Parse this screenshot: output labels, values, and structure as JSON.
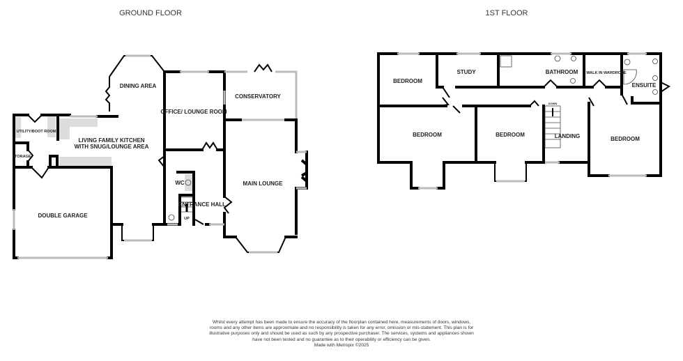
{
  "titles": {
    "ground": "GROUND FLOOR",
    "first": "1ST FLOOR"
  },
  "ground_rooms": {
    "dining": "DINING AREA",
    "office": "OFFICE/ LOUNGE ROOM",
    "conservatory": "CONSERVATORY",
    "utility": "UTILITY/BOOT ROOM",
    "storage": "STORAGE",
    "kitchen_1": "LIVING FAMILY KITCHEN",
    "kitchen_2": "WITH SNUG/LOUNGE AREA",
    "wc": "WC",
    "main_lounge": "MAIN LOUNGE",
    "entrance_hall": "ENTRANCE HALL",
    "garage": "DOUBLE GARAGE",
    "stairs_up": "UP"
  },
  "first_rooms": {
    "bedroom_1": "BEDROOM",
    "study": "STUDY",
    "bathroom": "BATHROOM",
    "wardrobe": "WALK IN WARDROBE",
    "ensuite": "ENSUITE",
    "bedroom_2": "BEDROOM",
    "bedroom_3": "BEDROOM",
    "landing": "LANDING",
    "bedroom_4": "BEDROOM",
    "stairs_down": "DOWN"
  },
  "disclaimer": {
    "text": "Whilst every attempt has been made to ensure the accuracy of the floorplan contained here, measurements of doors, windows, rooms and any other items are approximate and no responsibility is taken for any error, omission or mis-statement. This plan is for illustrative purposes only and should be used as such by any prospective purchaser. The services, systems and appliances shown have not been tested and no guarantee as to their operability or efficiency can be given.",
    "credit": "Made with Metropix ©2025"
  }
}
